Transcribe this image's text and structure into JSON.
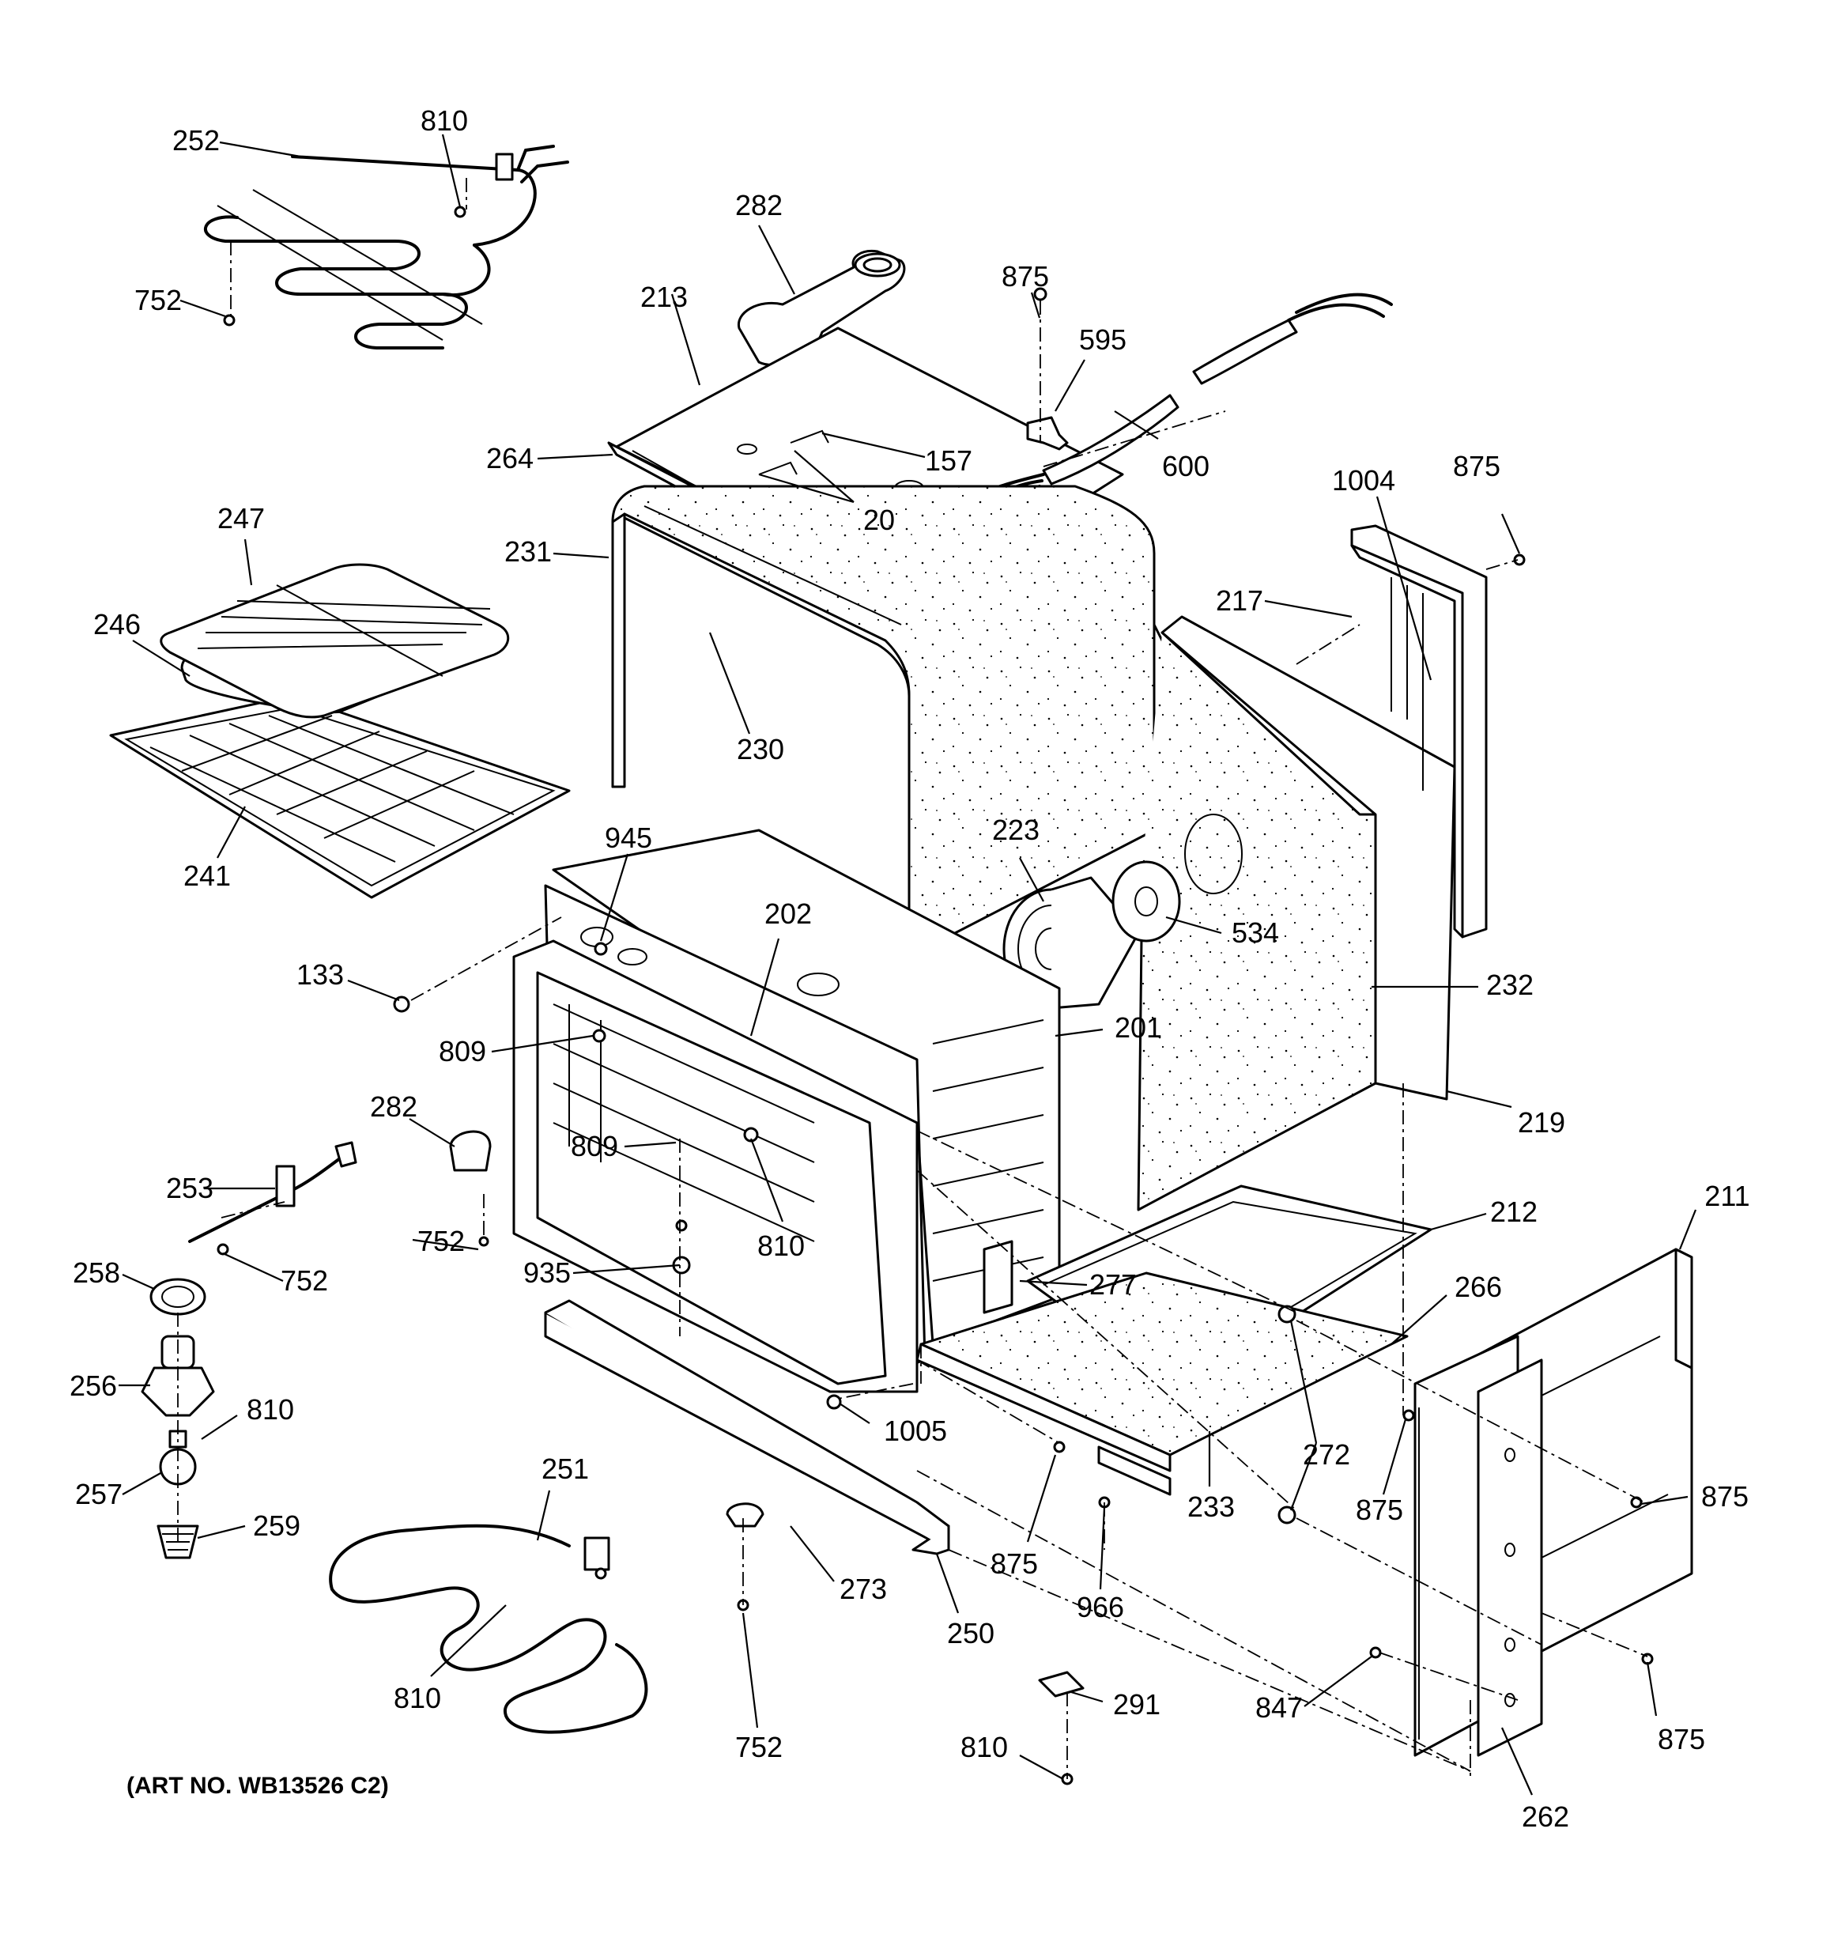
{
  "diagram": {
    "art_number": "(ART NO. WB13526 C2)",
    "callouts": [
      "252",
      "810",
      "752",
      "282",
      "213",
      "875",
      "595",
      "600",
      "157",
      "264",
      "20",
      "231",
      "230",
      "247",
      "246",
      "241",
      "1004",
      "875",
      "217",
      "223",
      "534",
      "945",
      "202",
      "133",
      "809",
      "201",
      "232",
      "219",
      "282",
      "809",
      "810",
      "253",
      "752",
      "752",
      "935",
      "258",
      "256",
      "810",
      "257",
      "259",
      "251",
      "810",
      "273",
      "752",
      "250",
      "875",
      "966",
      "233",
      "1005",
      "272",
      "875",
      "211",
      "212",
      "266",
      "277",
      "875",
      "262",
      "847",
      "875",
      "291",
      "810"
    ]
  }
}
